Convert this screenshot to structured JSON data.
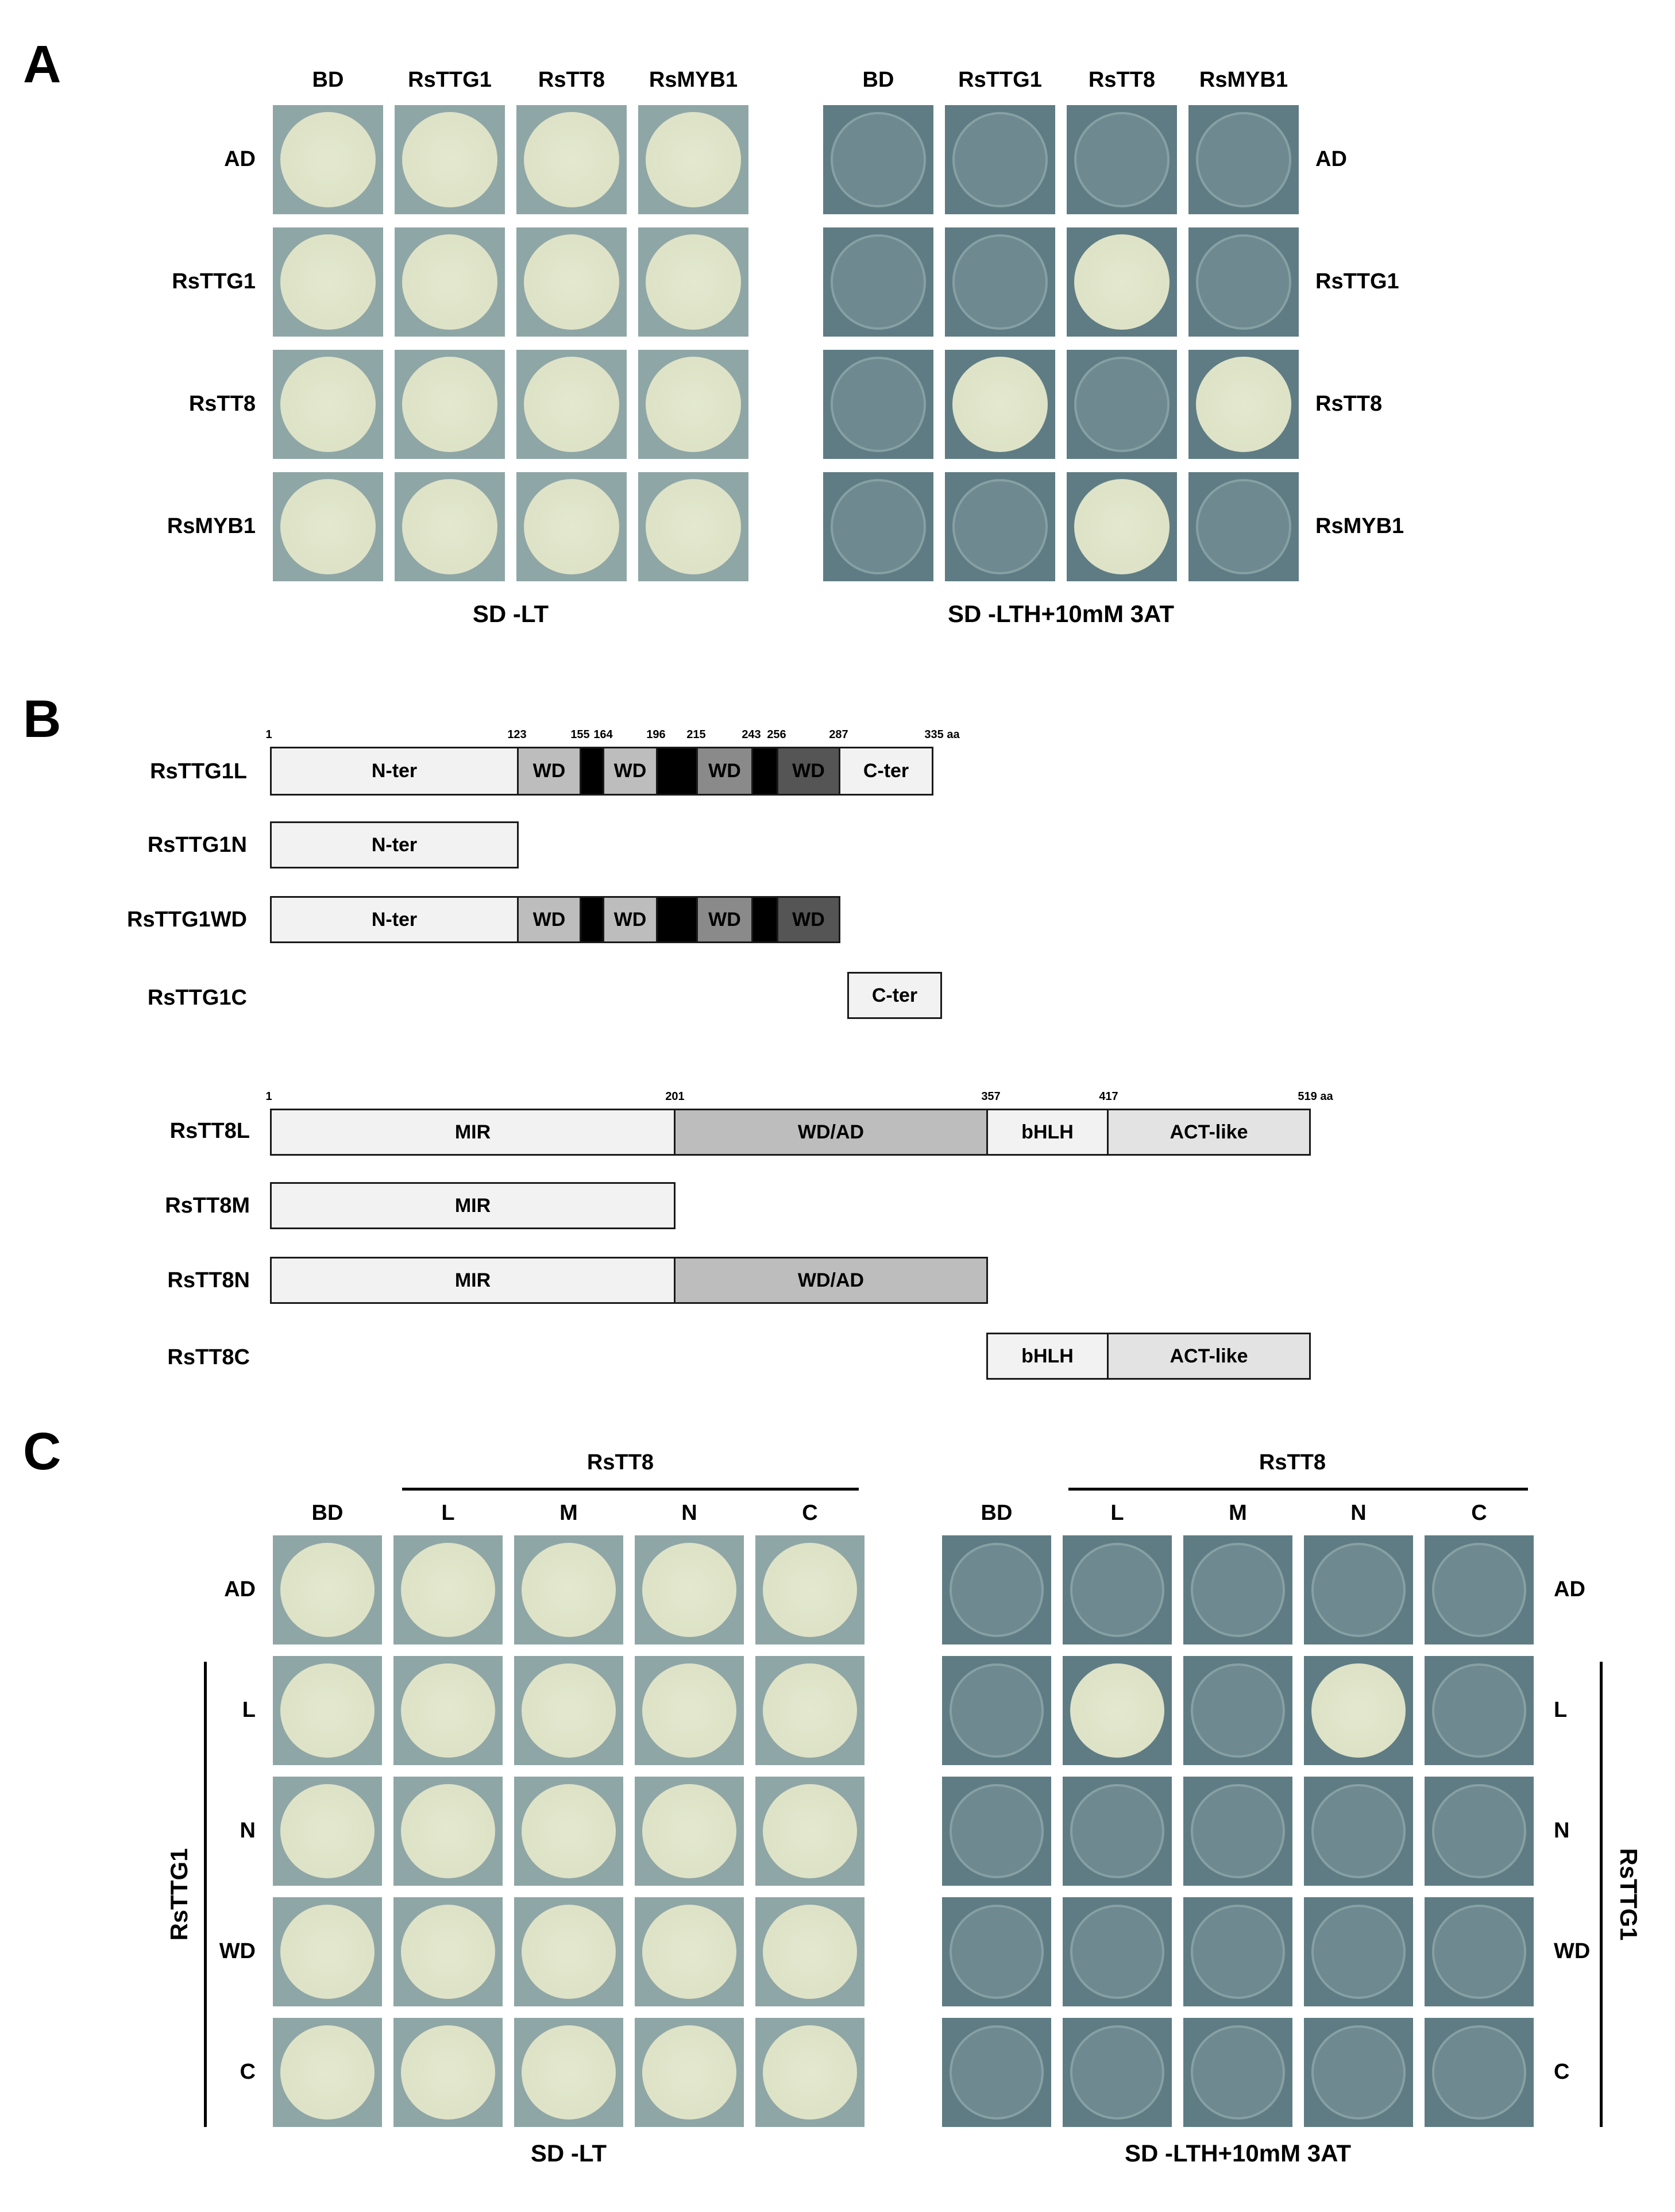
{
  "panels": {
    "A": {
      "letter": "A",
      "columns": [
        "BD",
        "RsTTG1",
        "RsTT8",
        "RsMYB1"
      ],
      "rows": [
        "AD",
        "RsTTG1",
        "RsTT8",
        "RsMYB1"
      ],
      "left_condition": "SD -LT",
      "right_condition": "SD -LTH+10mM 3AT",
      "left_growth": [
        [
          1,
          1,
          1,
          1
        ],
        [
          1,
          1,
          1,
          1
        ],
        [
          1,
          1,
          1,
          1
        ],
        [
          1,
          1,
          1,
          1
        ]
      ],
      "right_growth": [
        [
          0,
          0,
          0,
          0
        ],
        [
          0,
          0,
          1,
          0
        ],
        [
          0,
          1,
          0,
          1
        ],
        [
          0,
          0,
          1,
          0
        ]
      ]
    },
    "B": {
      "letter": "B",
      "ttg1": {
        "total_label": "335 aa",
        "ticks": [
          "1",
          "123",
          "155",
          "164",
          "196",
          "215",
          "243",
          "256",
          "287"
        ],
        "constructs": [
          {
            "name": "RsTTG1L",
            "domains": [
              "N-ter",
              "WD",
              "WD",
              "WD",
              "WD",
              "C-ter"
            ]
          },
          {
            "name": "RsTTG1N",
            "domains": [
              "N-ter"
            ]
          },
          {
            "name": "RsTTG1WD",
            "domains": [
              "N-ter",
              "WD",
              "WD",
              "WD",
              "WD"
            ]
          },
          {
            "name": "RsTTG1C",
            "domains": [
              "C-ter"
            ]
          }
        ]
      },
      "tt8": {
        "total_label": "519 aa",
        "ticks": [
          "1",
          "201",
          "357",
          "417"
        ],
        "constructs": [
          {
            "name": "RsTT8L",
            "domains": [
              "MIR",
              "WD/AD",
              "bHLH",
              "ACT-like"
            ]
          },
          {
            "name": "RsTT8M",
            "domains": [
              "MIR"
            ]
          },
          {
            "name": "RsTT8N",
            "domains": [
              "MIR",
              "WD/AD"
            ]
          },
          {
            "name": "RsTT8C",
            "domains": [
              "bHLH",
              "ACT-like"
            ]
          }
        ]
      }
    },
    "C": {
      "letter": "C",
      "group_label": "RsTT8",
      "row_group_label": "RsTTG1",
      "columns": [
        "BD",
        "L",
        "M",
        "N",
        "C"
      ],
      "rows": [
        "AD",
        "L",
        "N",
        "WD",
        "C"
      ],
      "left_condition": "SD -LT",
      "right_condition": "SD -LTH+10mM 3AT",
      "left_growth": [
        [
          1,
          1,
          1,
          1,
          1
        ],
        [
          1,
          1,
          1,
          1,
          1
        ],
        [
          1,
          1,
          1,
          1,
          1
        ],
        [
          1,
          1,
          1,
          1,
          1
        ],
        [
          1,
          1,
          1,
          1,
          1
        ]
      ],
      "right_growth": [
        [
          0,
          0,
          0,
          0,
          0
        ],
        [
          0,
          1,
          0,
          1,
          0
        ],
        [
          0,
          0,
          0,
          0,
          0
        ],
        [
          0,
          0,
          0,
          0,
          0
        ],
        [
          0,
          0,
          0,
          0,
          0
        ]
      ]
    }
  },
  "colors": {
    "plate_bg_growth": "#8fa6a6",
    "colony": "#dde2c6",
    "plate_bg_selective": "#5f7c84",
    "no_growth_spot": "#6e8a90",
    "domain_light": "#f2f2f2",
    "domain_wd1": "#bdbdbd",
    "domain_wd3": "#8a8a8a",
    "domain_wd4": "#555555",
    "linker": "#000000",
    "tt8_wdad": "#bdbdbd",
    "tt8_act": "#e3e3e3"
  }
}
